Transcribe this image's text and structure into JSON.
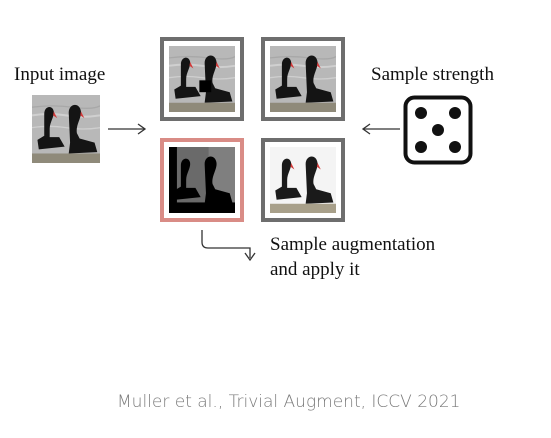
{
  "labels": {
    "input": "Input image",
    "strength": "Sample strength",
    "augmentation_line1": "Sample augmentation",
    "augmentation_line2": "and apply it"
  },
  "caption": "Muller et al., Trivial Augment, ICCV 2021",
  "colors": {
    "frame_gray": "#6e6e6e",
    "frame_selected": "#d98c86",
    "die_outline": "#111111",
    "arrow": "#333333"
  },
  "die_face": 5
}
